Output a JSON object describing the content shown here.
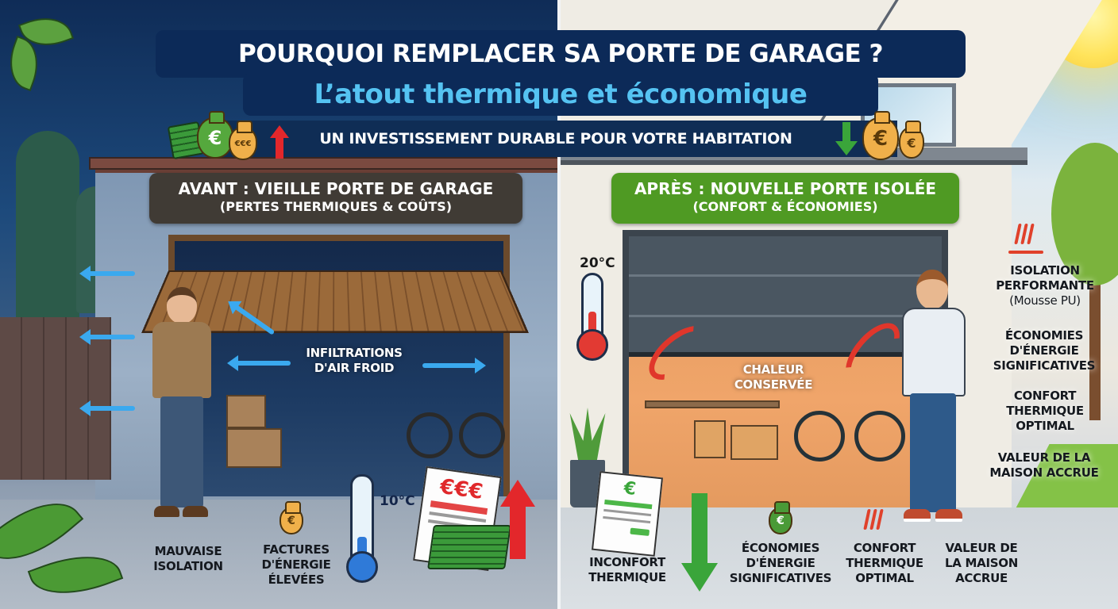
{
  "header": {
    "title": "POURQUOI REMPLACER SA PORTE DE GARAGE ?",
    "subtitle": "L’atout thermique et économique",
    "tagline": "UN INVESTISSEMENT DURABLE POUR VOTRE HABITATION",
    "tagline_left_icons": [
      "cash-stack-icon",
      "euro-money-bag-icon",
      "euro-money-bag-icon",
      "arrow-up-icon"
    ],
    "tagline_right_icons": [
      "arrow-down-icon",
      "euro-money-bag-icon",
      "euro-money-bag-icon"
    ],
    "small_bag_label": "€€€",
    "euro_symbol": "€"
  },
  "before": {
    "badge_title": "AVANT : VIEILLE PORTE DE GARAGE",
    "badge_subtitle": "(PERTES THERMIQUES & COÛTS)",
    "badge_color": "#403b35",
    "airflow_label_line1": "INFILTRATIONS",
    "airflow_label_line2": "D'AIR FROID",
    "temperature": "10°C",
    "bill_label": "€€€",
    "captions": [
      {
        "lines": [
          "MAUVAISE",
          "ISOLATION"
        ]
      },
      {
        "lines": [
          "FACTURES",
          "D'ÉNERGIE",
          "ÉLEVÉES"
        ]
      }
    ]
  },
  "after": {
    "badge_title": "APRÈS : NOUVELLE PORTE ISOLÉE",
    "badge_subtitle": "(CONFORT & ÉCONOMIES)",
    "badge_color": "#4f9a23",
    "heat_label_line1": "CHALEUR",
    "heat_label_line2": "CONSERVÉE",
    "temperature": "20°C",
    "bill_label": "€",
    "side_benefits": [
      {
        "lines": [
          "ISOLATION",
          "PERFORMANTE"
        ],
        "sub": "(Mousse PU)"
      },
      {
        "lines": [
          "ÉCONOMIES",
          "D'ÉNERGIE",
          "SIGNIFICATIVES"
        ]
      },
      {
        "lines": [
          "CONFORT",
          "THERMIQUE",
          "OPTIMAL"
        ]
      },
      {
        "lines": [
          "VALEUR DE LA",
          "MAISON ACCRUE"
        ]
      }
    ],
    "bottom_captions": [
      {
        "lines": [
          "INCONFORT",
          "THERMIQUE"
        ]
      },
      {
        "lines": [
          "ÉCONOMIES",
          "D'ÉNERGIE",
          "SIGNIFICATIVES"
        ]
      },
      {
        "lines": [
          "CONFORT",
          "THERMIQUE",
          "OPTIMAL"
        ]
      },
      {
        "lines": [
          "VALEUR DE",
          "LA MAISON",
          "ACCRUE"
        ]
      }
    ]
  },
  "colors": {
    "title_bg": "#0c2a58",
    "subtitle_text": "#55c3f2",
    "cold_arrow": "#3aa9ef",
    "heat_arrow": "#e0362b",
    "up_arrow": "#e3272b",
    "down_arrow": "#3aa53a"
  }
}
